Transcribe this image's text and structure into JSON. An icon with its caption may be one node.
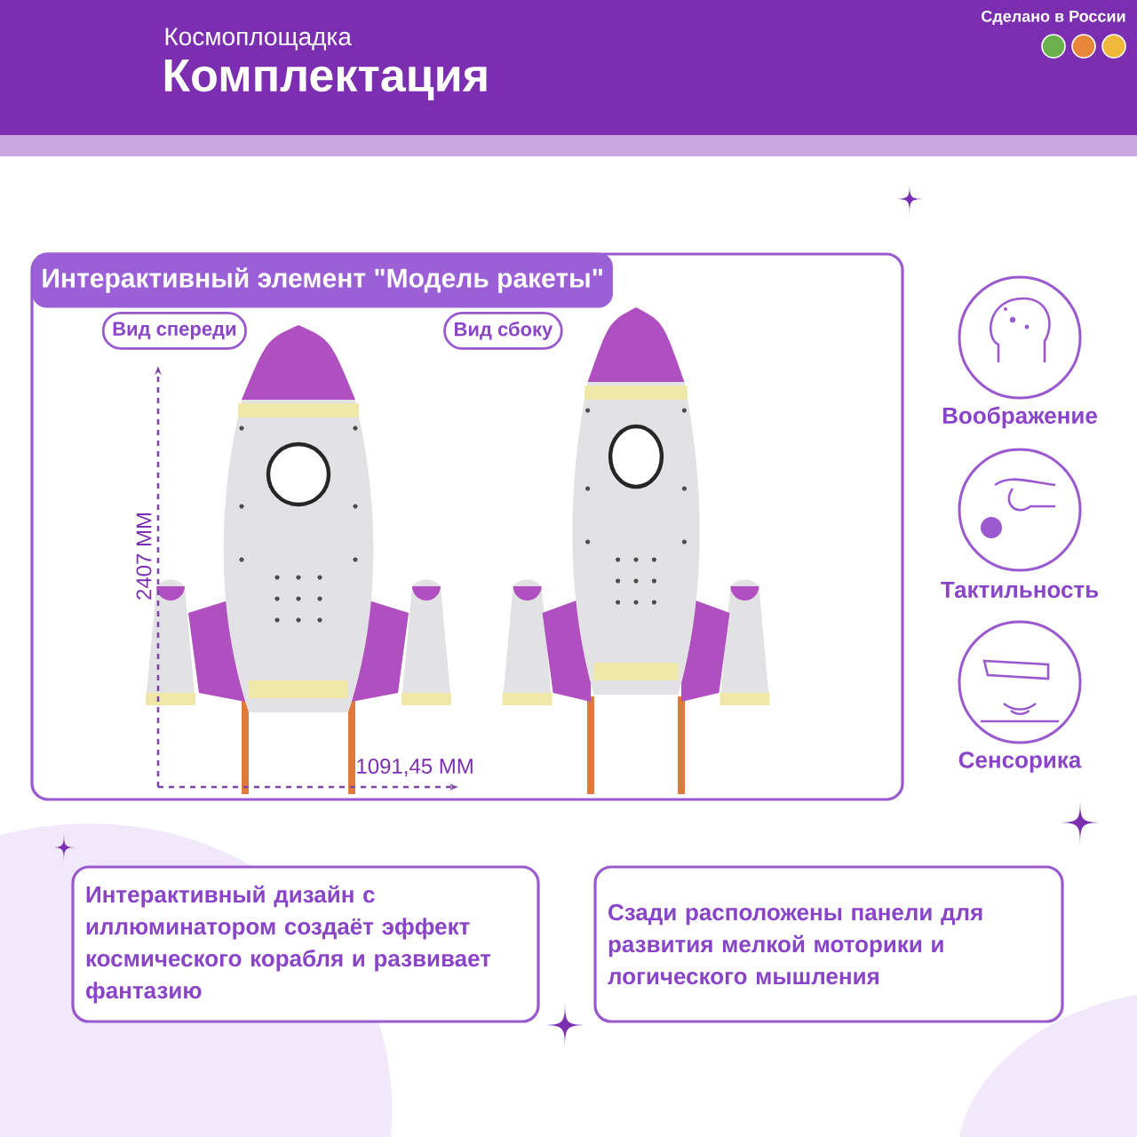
{
  "diagram": {
    "title": "Комплектация",
    "nodes": [
      {
        "text": [
          "Интерактивный элемент \"Модель ракеты\""
        ]
      },
      {
        "text": [
          "Вид спереди"
        ],
        "in": 0
      },
      {
        "text": [
          "Вид сбоку"
        ],
        "in": 0
      },
      {
        "text": [
          "Воображение"
        ]
      },
      {
        "text": [
          "Тактильность"
        ]
      },
      {
        "text": [
          "Сенсорика"
        ]
      },
      {
        "text": [
          "Интерактивный дизайн с иллюминатором создаёт эффект космического корабля и развивает фантазию"
        ]
      },
      {
        "text": [
          "Сзади расположены панели для развития мелкой моторики и логического мышления"
        ]
      }
    ],
    "labels": [
      "Космоплощадка",
      "Сделано в России",
      "2407 ММ",
      "1091,45 ММ"
    ]
  }
}
